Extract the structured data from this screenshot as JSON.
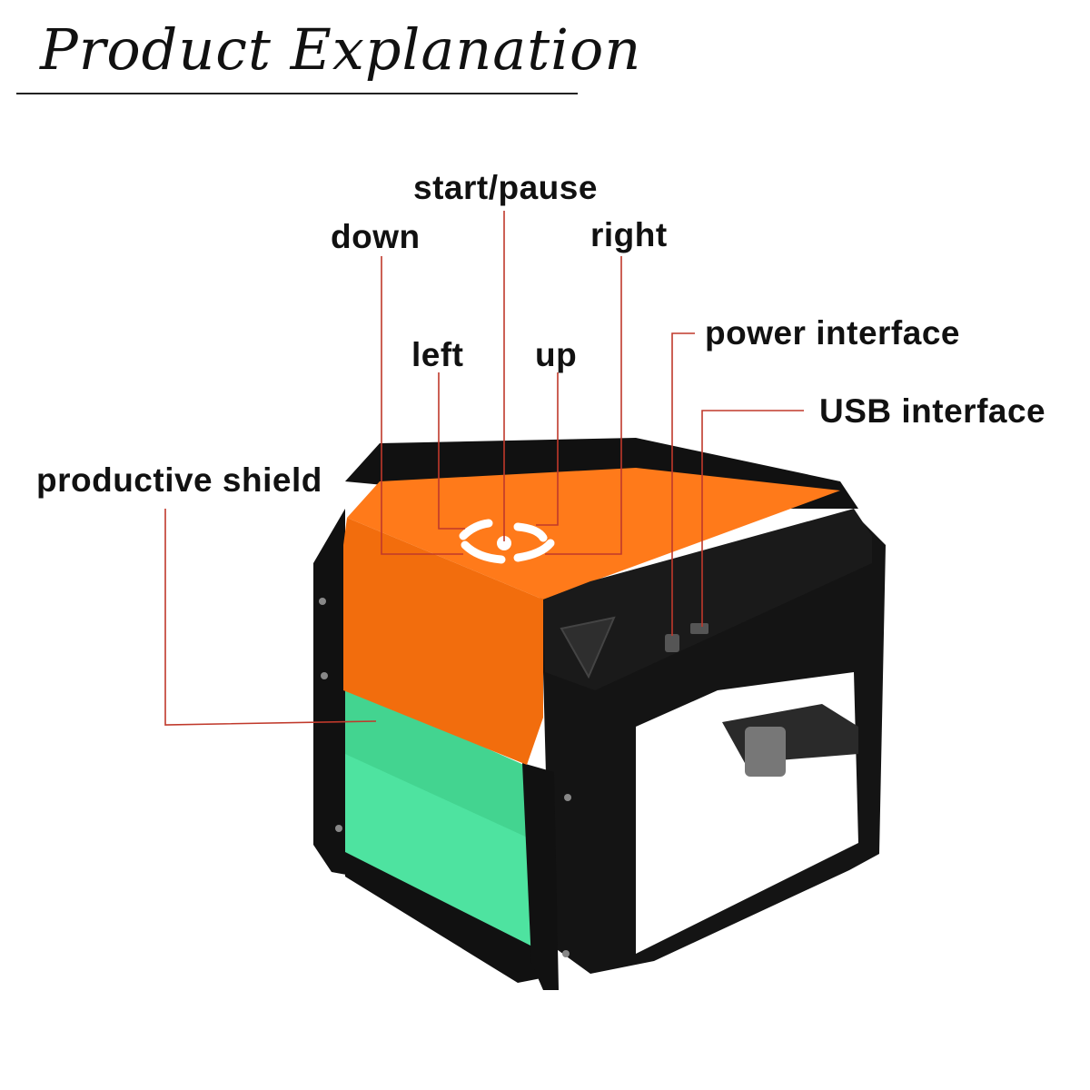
{
  "title": "Product Explanation",
  "labels": {
    "start_pause": "start/pause",
    "down": "down",
    "right": "right",
    "left": "left",
    "up": "up",
    "power_interface": "power interface",
    "usb_interface": "USB interface",
    "productive_shield": "productive shield"
  },
  "colors": {
    "leader_line": "#c0392b",
    "orange_lid": "#ff7a1a",
    "frame": "#111111",
    "shield": "#4ee3a0",
    "button": "#ffffff"
  }
}
